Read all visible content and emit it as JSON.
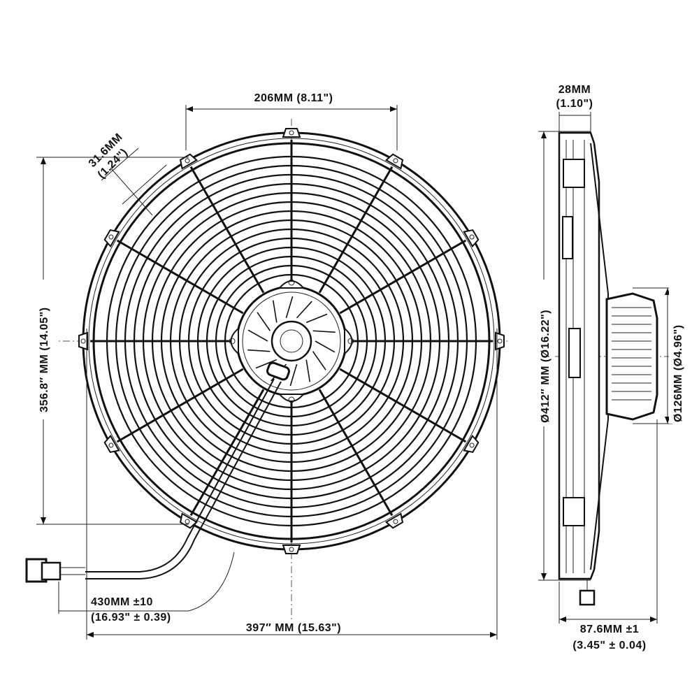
{
  "drawing": {
    "dimensions": {
      "top_width": "206MM (8.11\")",
      "tab_depth_mm": "31.6MM",
      "tab_depth_in": "(1.24\")",
      "height": "356.8″ MM (14.05\")",
      "cable_length_mm": "430MM ±10",
      "cable_length_in": "(16.93\" ± 0.39)",
      "overall_width": "397″ MM (15.63\")",
      "thickness_mm": "28MM",
      "thickness_in": "(1.10\")",
      "diameter": "Ø412″ MM (Ø16.22\")",
      "motor_diameter": "Ø126MM (Ø4.96\")",
      "depth_mm": "87.6MM ±1",
      "depth_in": "(3.45\" ± 0.04)"
    }
  }
}
